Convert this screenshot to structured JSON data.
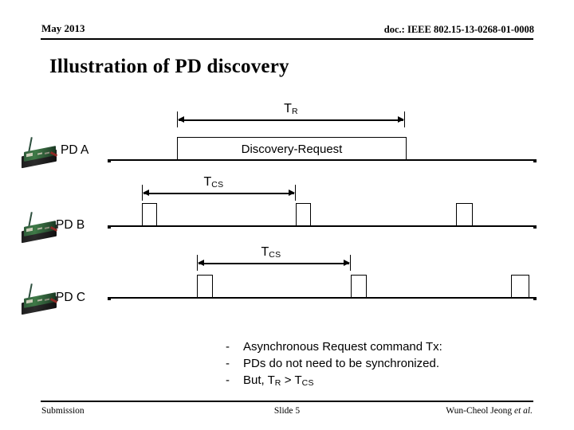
{
  "header": {
    "date": "May 2013",
    "doc": "doc.: IEEE 802.15-13-0268-01-0008"
  },
  "title": "Illustration of PD discovery",
  "diagram": {
    "rows": [
      {
        "id": "pd-a",
        "label": "PD A",
        "icon": "sensor-mote-icon",
        "measure_label": "T",
        "measure_sub": "R",
        "box_label": "Discovery-Request"
      },
      {
        "id": "pd-b",
        "label": "PD B",
        "icon": "sensor-mote-icon",
        "measure_label": "T",
        "measure_sub": "CS"
      },
      {
        "id": "pd-c",
        "label": "PD C",
        "icon": "sensor-mote-icon",
        "measure_label": "T",
        "measure_sub": "CS"
      }
    ]
  },
  "bullets": [
    {
      "dash": "-",
      "text": "Asynchronous Request command Tx:"
    },
    {
      "dash": "-",
      "text": "PDs do not need to be synchronized."
    },
    {
      "dash": "-",
      "text_pre": "But, T",
      "sub1": "R",
      "text_mid": " > T",
      "sub2": "CS"
    }
  ],
  "footer": {
    "left": "Submission",
    "center": "Slide 5",
    "right_name": "Wun-Cheol Jeong ",
    "right_etal": "et al."
  },
  "colors": {
    "ink": "#000000",
    "background": "#ffffff",
    "pcb_green": "#3f7a47",
    "battery_black": "#1d1d1d"
  }
}
